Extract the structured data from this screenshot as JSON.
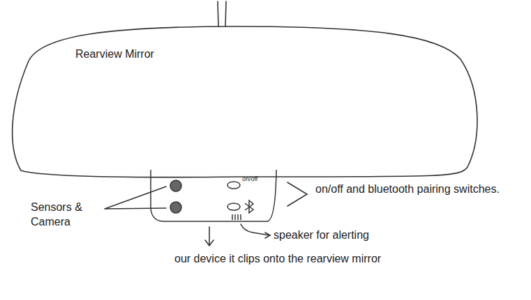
{
  "diagram": {
    "nodes": [
      {
        "text": [
          "Rearview Mirror"
        ]
      },
      {
        "text": [
          "on/off"
        ]
      }
    ],
    "labels": [
      "Sensors & Camera",
      "on/off and bluetooth pairing switches.",
      "speaker for alerting",
      "our device it clips onto the rearview mirror"
    ]
  }
}
